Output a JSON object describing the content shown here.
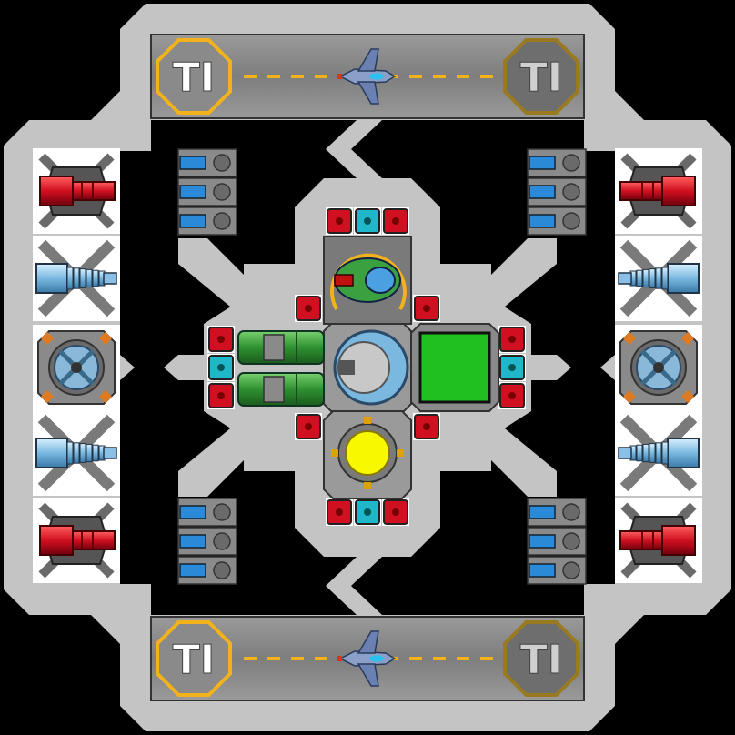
{
  "scene": {
    "title": "",
    "colors": {
      "hull": "#c8c8c8",
      "hull_dark": "#a9a9a9",
      "floor": "#000000",
      "bay": "#8e8e8e",
      "pad_ring": "#f2b21c",
      "stripe": "#f2b21c",
      "red_module": "#d01020",
      "cyan_module": "#20b8c8",
      "green_core": "#20c020",
      "yellow_core": "#f8f800",
      "weapon_green": "#3aa040",
      "blue_light": "#2a8ad8"
    }
  },
  "hangar_pads": [
    {
      "id": "top-left-pad",
      "glyph": "TI",
      "state": "active"
    },
    {
      "id": "top-right-pad",
      "glyph": "TI",
      "state": "inactive"
    },
    {
      "id": "bottom-left-pad",
      "glyph": "TI",
      "state": "active"
    },
    {
      "id": "bottom-right-pad",
      "glyph": "TI",
      "state": "inactive"
    }
  ],
  "docked_ships": [
    {
      "id": "top-ship",
      "icon": "fighter-ship-icon"
    },
    {
      "id": "bottom-ship",
      "icon": "fighter-ship-icon"
    }
  ],
  "side_turrets": {
    "left": [
      "red-cannon",
      "blue-drill",
      "blue-reactor",
      "blue-drill",
      "red-cannon"
    ],
    "right": [
      "red-cannon",
      "blue-drill",
      "blue-reactor",
      "blue-drill",
      "red-cannon"
    ]
  },
  "core": {
    "top": "green-fighter-bay",
    "center": "command-dome",
    "right": "green-shield-generator",
    "left": "twin-green-cannons",
    "bottom": "yellow-reactor"
  }
}
